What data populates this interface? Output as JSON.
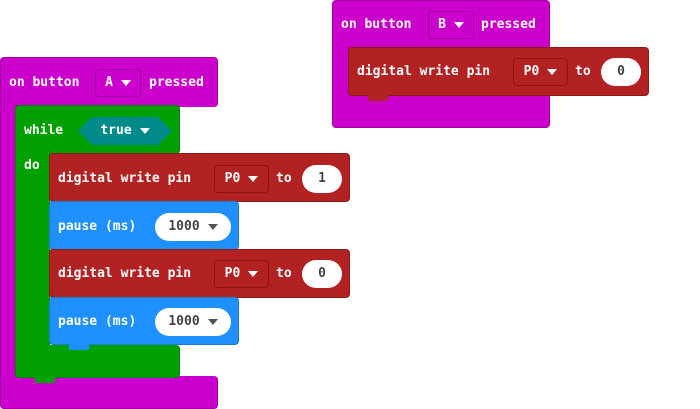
{
  "blocks": {
    "on_button_a": {
      "prefix": "on button",
      "button": "A",
      "suffix": "pressed"
    },
    "on_button_b": {
      "prefix": "on button",
      "button": "B",
      "suffix": "pressed"
    },
    "while_loop": {
      "while_label": "while",
      "condition": "true",
      "do_label": "do"
    },
    "write_b": {
      "label": "digital write pin",
      "pin": "P0",
      "to": "to",
      "value": "0"
    },
    "write_1": {
      "label": "digital write pin",
      "pin": "P0",
      "to": "to",
      "value": "1"
    },
    "pause_1": {
      "label": "pause (ms)",
      "value": "1000"
    },
    "write_2": {
      "label": "digital write pin",
      "pin": "P0",
      "to": "to",
      "value": "0"
    },
    "pause_2": {
      "label": "pause (ms)",
      "value": "1000"
    }
  },
  "icons": {
    "dropdown": "caret-down-icon"
  },
  "colors": {
    "event": "#cc00cc",
    "pins": "#b22222",
    "pause": "#1e90ff",
    "loop": "#00a000",
    "boolean": "#008b8b"
  }
}
